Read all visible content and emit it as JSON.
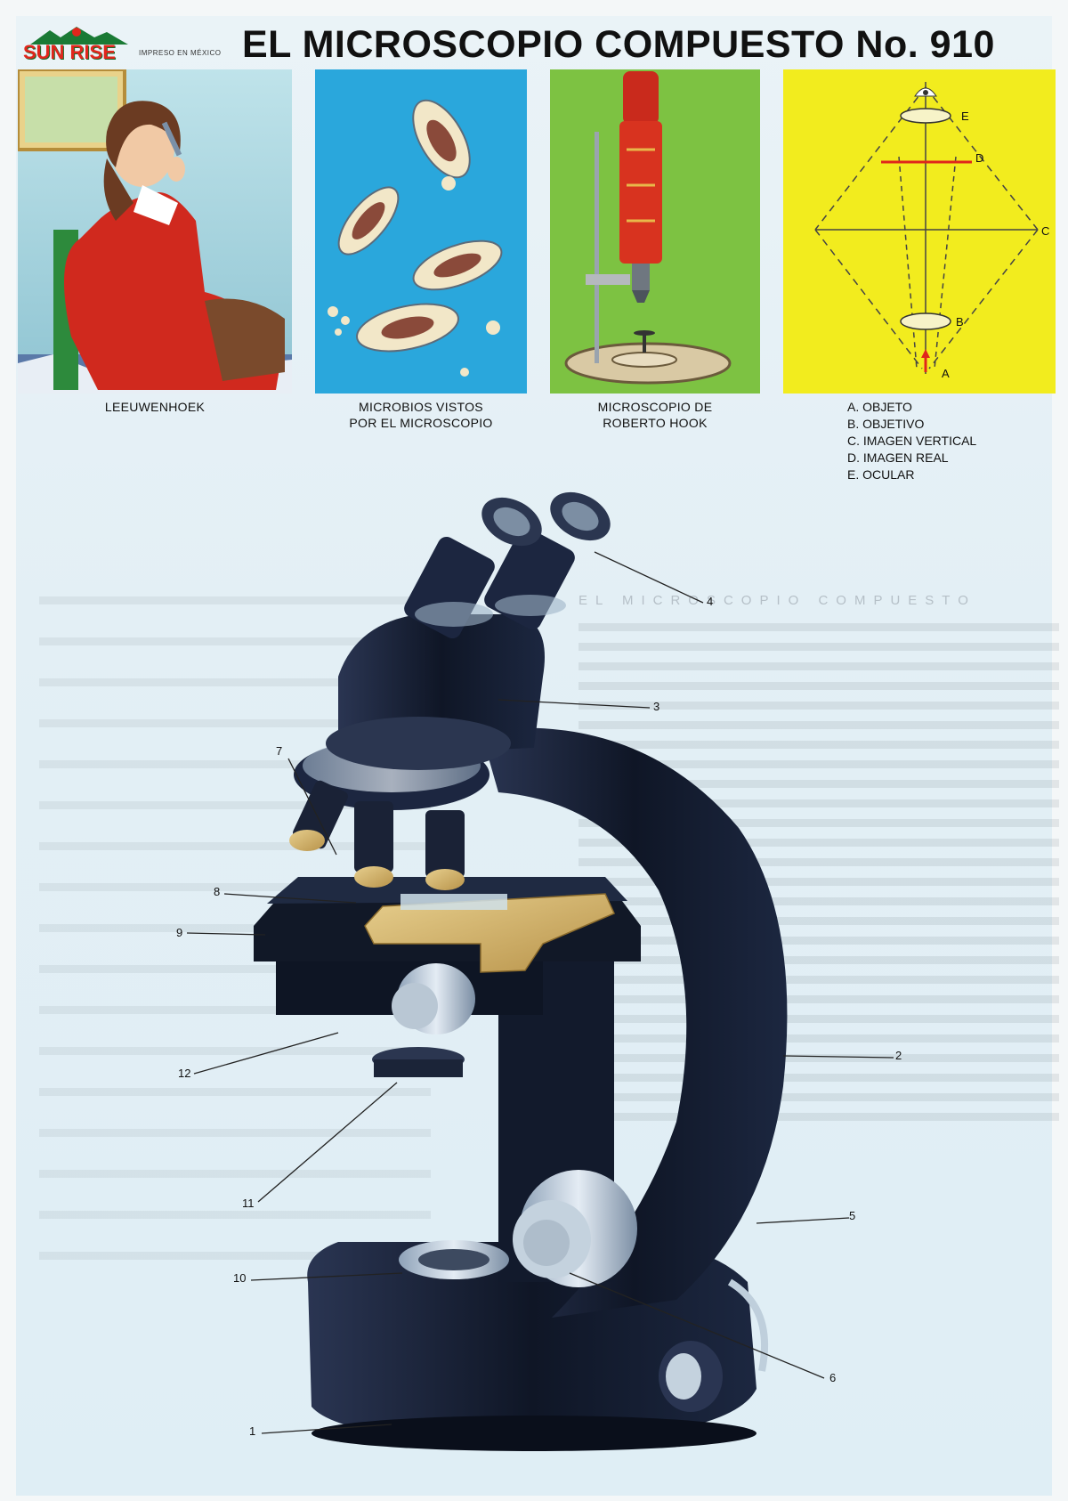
{
  "header": {
    "brand": "SUN RISE",
    "brand_sub": "IMPRESO EN MÉXICO",
    "title": "EL MICROSCOPIO COMPUESTO  No. 910"
  },
  "panels": [
    {
      "caption_line1": "LEEUWENHOEK",
      "caption_line2": ""
    },
    {
      "caption_line1": "MICROBIOS VISTOS",
      "caption_line2": "POR EL MICROSCOPIO"
    },
    {
      "caption_line1": "MICROSCOPIO DE",
      "caption_line2": "ROBERTO HOOK"
    }
  ],
  "diagram": {
    "labels": [
      "A",
      "B",
      "C",
      "D",
      "E"
    ],
    "legend": [
      "A. OBJETO",
      "B. OBJETIVO",
      "C. IMAGEN VERTICAL",
      "D. IMAGEN REAL",
      "E. OCULAR"
    ]
  },
  "background_text_title": "EL MICROSCOPIO COMPUESTO",
  "callouts": [
    "1",
    "2",
    "3",
    "4",
    "5",
    "6",
    "7",
    "8",
    "9",
    "10",
    "11",
    "12"
  ],
  "colors": {
    "panel_leeuwenhoek_bg": "#9fc9d6",
    "panel_microbes_bg": "#2aa7dc",
    "panel_hook_bg": "#7dc242",
    "panel_diagram_bg": "#f2ec1e",
    "microscope_body": "#0f1626",
    "stage_brass": "#d6b46a"
  }
}
